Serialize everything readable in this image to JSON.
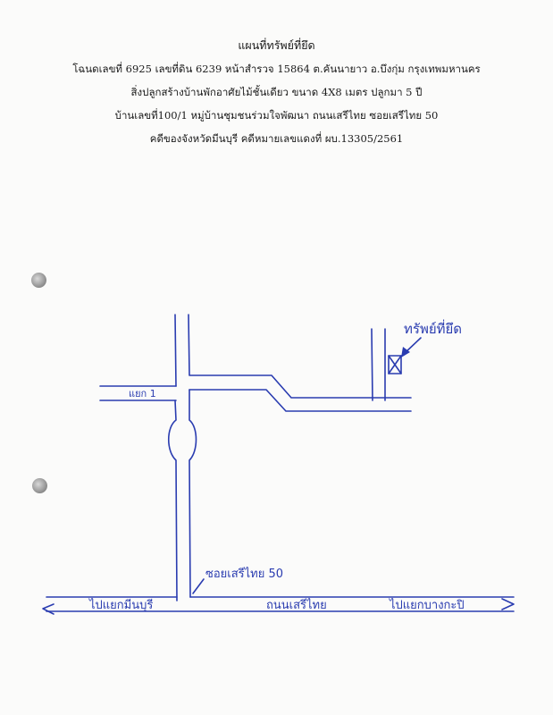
{
  "header": {
    "title": "แผนที่ทรัพย์ที่ยึด",
    "line1": "โฉนดเลขที่ 6925 เลขที่ดิน 6239 หน้าสำรวจ 15864 ต.คันนายาว อ.บึงกุ่ม กรุงเทพมหานคร",
    "line2": "สิ่งปลูกสร้างบ้านพักอาศัยไม้ชั้นเดียว ขนาด 4X8 เมตร ปลูกมา 5 ปี",
    "line3": "บ้านเลขที่100/1 หมู่บ้านชุมชนร่วมใจพัฒนา ถนนเสรีไทย ซอยเสรีไทย 50",
    "line4": "คดีของจังหวัดมีนบุรี คดีหมายเลขแดงที่ ผบ.13305/2561"
  },
  "map": {
    "property_label": "ทรัพย์ที่ยึด",
    "branch_label": "แยก 1",
    "soi_label": "ซอยเสรีไทย 50",
    "road_label": "ถนนเสรีไทย",
    "left_direction": "ไปแยกมีนบุรี",
    "right_direction": "ไปแยกบางกะปิ",
    "ink_color": "#2a3cb0"
  }
}
